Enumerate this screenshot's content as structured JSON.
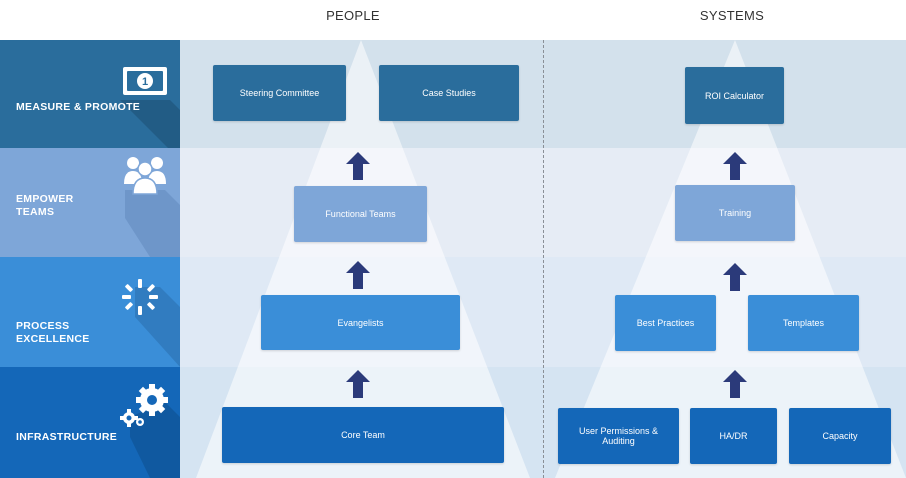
{
  "columns": {
    "people": "PEOPLE",
    "systems": "SYSTEMS"
  },
  "rows": [
    {
      "label": "MEASURE  & PROMOTE",
      "icon": "money-icon"
    },
    {
      "label_line1": "EMPOWER",
      "label_line2": "TEAMS",
      "icon": "people-icon"
    },
    {
      "label_line1": "PROCESS",
      "label_line2": "EXCELLENCE",
      "icon": "spinner-icon"
    },
    {
      "label": "INFRASTRUCTURE",
      "icon": "gears-icon"
    }
  ],
  "people": {
    "measure": [
      "Steering Committee",
      "Case Studies"
    ],
    "empower": [
      "Functional Teams"
    ],
    "process": [
      "Evangelists"
    ],
    "infrastructure": [
      "Core Team"
    ]
  },
  "systems": {
    "measure": [
      "ROI Calculator"
    ],
    "empower": [
      "Training"
    ],
    "process": [
      "Best Practices",
      "Templates"
    ],
    "infrastructure": [
      "User Permissions & Auditing",
      "HA/DR",
      "Capacity"
    ]
  },
  "colors": {
    "row_measure": "#2a6d9c",
    "row_empower": "#7ea6d8",
    "row_process": "#3a8ed8",
    "row_infra": "#1467b8",
    "arrow": "#2b3a7a"
  }
}
